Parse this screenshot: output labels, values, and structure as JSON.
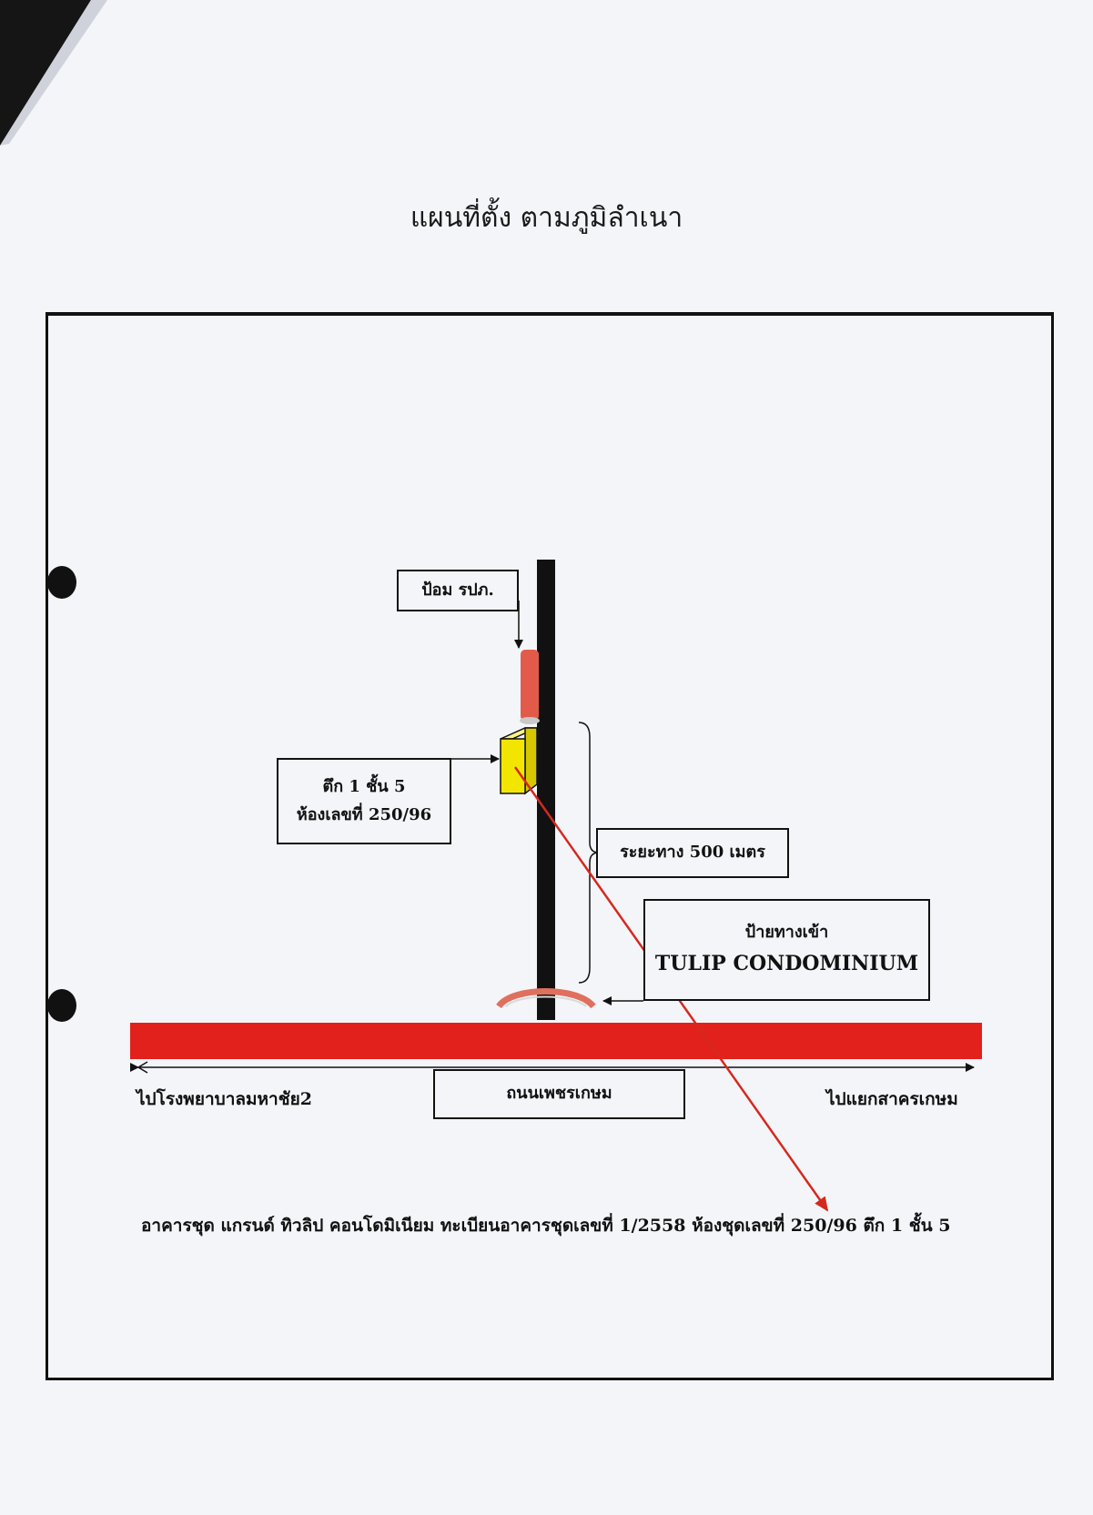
{
  "title": "แผนที่ตั้ง ตามภูมิลำเนา",
  "map": {
    "police_box_label": "ป้อม รปภ.",
    "condo_label_line1": "ตึก 1 ชั้น 5",
    "condo_label_line2": "ห้องเลขที่ 250/96",
    "distance_label": "ระยะทาง  500 เมตร",
    "entrance_label_line1": "ป้ายทางเข้า",
    "entrance_label_line2": "TULIP CONDOMINIUM",
    "road_label": "ถนนเพชรเกษม",
    "direction_left": "ไปโรงพยาบาลมหาชัย2",
    "direction_right": "ไปแยกสาครเกษม",
    "colors": {
      "main_road": "#e2201c",
      "side_road": "#111111",
      "police_post": "#e25b4a",
      "condo_building": "#f2e600",
      "pointer_arrow": "#d42a1e"
    }
  },
  "caption": "อาคารชุด แกรนด์ ทิวลิป คอนโดมิเนียม ทะเบียนอาคารชุดเลขที่ 1/2558 ห้องชุดเลขที่ 250/96 ตึก 1 ชั้น 5"
}
